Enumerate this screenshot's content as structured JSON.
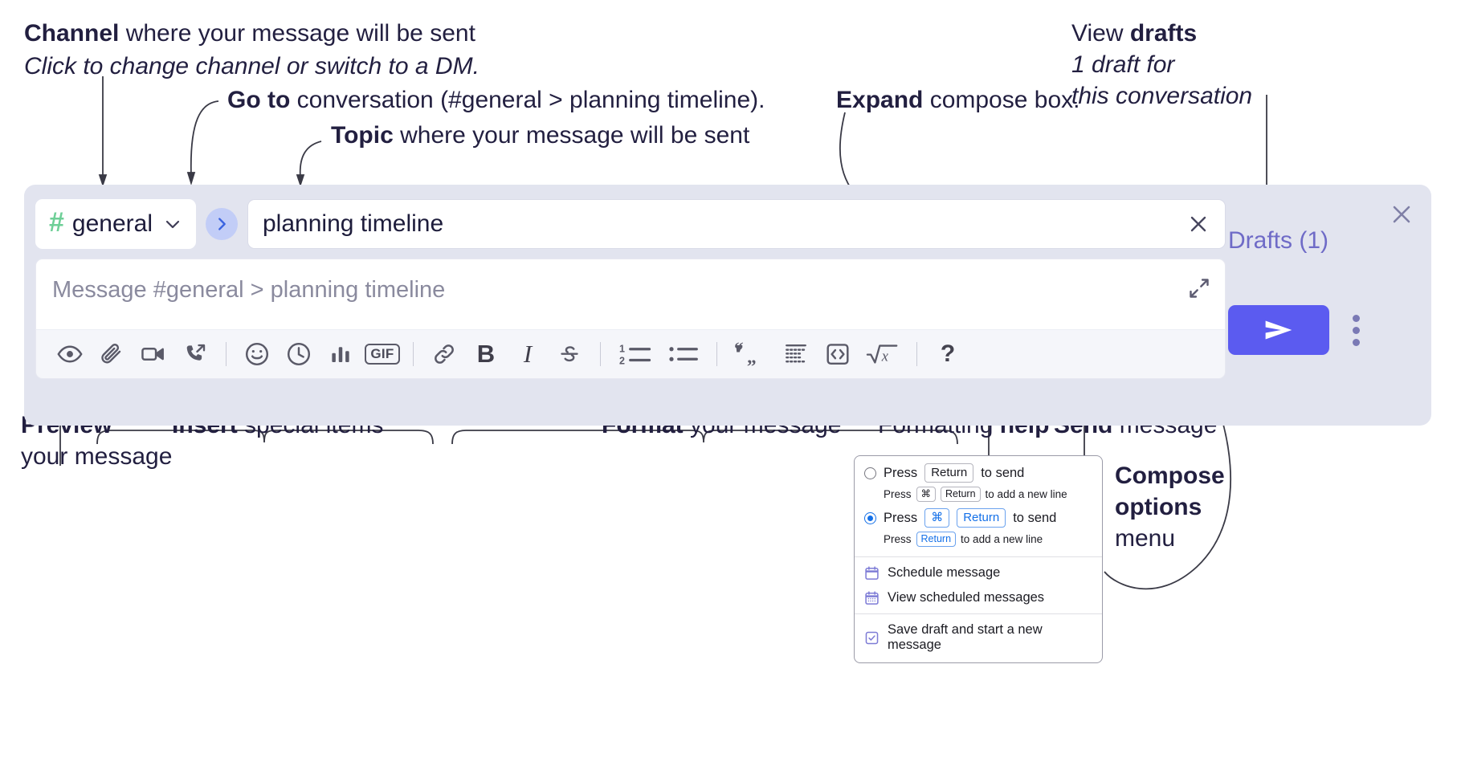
{
  "annotations": {
    "channel": {
      "bold": "Channel",
      "rest": " where your message will be sent",
      "italic": "Click to change channel or switch to a DM."
    },
    "goto": {
      "bold": "Go to",
      "rest": " conversation (#general > planning timeline)."
    },
    "topic": {
      "bold": "Topic",
      "rest": " where your message will be sent"
    },
    "expand": {
      "bold": "Expand",
      "rest": " compose box."
    },
    "drafts": {
      "plain": "View ",
      "bold": "drafts",
      "italic_line1": "1 draft for",
      "italic_line2": "this conversation"
    },
    "preview": {
      "bold": "Preview",
      "line2": "your message"
    },
    "insert": {
      "bold": "Insert",
      "rest": " special items"
    },
    "format": {
      "bold": "Format",
      "rest": " your message"
    },
    "help": {
      "plain": "Formatting ",
      "bold": "help"
    },
    "send": {
      "bold": "Send",
      "rest": " message"
    },
    "compose_options": {
      "line1": "Compose",
      "line2": "options",
      "line3": "menu"
    }
  },
  "compose": {
    "channel_name": "general",
    "hash_symbol": "#",
    "hash_color": "#6ecf97",
    "topic_value": "planning timeline",
    "message_placeholder": "Message #general > planning timeline",
    "drafts_label": "Drafts (1)",
    "accent_color": "#5b5bf0",
    "background_color": "#e2e4ef",
    "toolbar_left": [
      {
        "name": "preview-icon",
        "label": "Preview"
      },
      {
        "name": "attachment-icon",
        "label": "Attach file"
      },
      {
        "name": "video-icon",
        "label": "Record video clip"
      },
      {
        "name": "audio-call-icon",
        "label": "Record audio clip"
      },
      {
        "name": "emoji-icon",
        "label": "Emoji"
      },
      {
        "name": "clock-icon",
        "label": "Schedule"
      },
      {
        "name": "poll-icon",
        "label": "Poll"
      },
      {
        "name": "gif-icon",
        "label": "GIF"
      }
    ],
    "toolbar_right": [
      {
        "name": "link-icon",
        "label": "Link"
      },
      {
        "name": "bold-icon",
        "label": "B"
      },
      {
        "name": "italic-icon",
        "label": "I"
      },
      {
        "name": "strikethrough-icon",
        "label": "Strikethrough"
      },
      {
        "name": "ordered-list-icon",
        "label": "Ordered list"
      },
      {
        "name": "bulleted-list-icon",
        "label": "Bulleted list"
      },
      {
        "name": "blockquote-icon",
        "label": "Blockquote"
      },
      {
        "name": "spoiler-icon",
        "label": "Spoiler"
      },
      {
        "name": "code-icon",
        "label": "Code"
      },
      {
        "name": "math-icon",
        "label": "Math"
      },
      {
        "name": "help-icon",
        "label": "?"
      }
    ]
  },
  "menu": {
    "option1": {
      "lead": "Press",
      "key": "Return",
      "tail": "to send",
      "sub_lead": "Press",
      "sub_key1": "⌘",
      "sub_key2": "Return",
      "sub_tail": "to add a new line",
      "selected": false
    },
    "option2": {
      "lead": "Press",
      "key1": "⌘",
      "key2": "Return",
      "tail": "to send",
      "sub_lead": "Press",
      "sub_key": "Return",
      "sub_tail": "to add a new line",
      "selected": true
    },
    "items": [
      {
        "icon": "calendar-icon",
        "label": "Schedule message"
      },
      {
        "icon": "calendar-grid-icon",
        "label": "View scheduled messages"
      },
      {
        "icon": "save-draft-icon",
        "label": "Save draft and start a new message"
      }
    ]
  }
}
